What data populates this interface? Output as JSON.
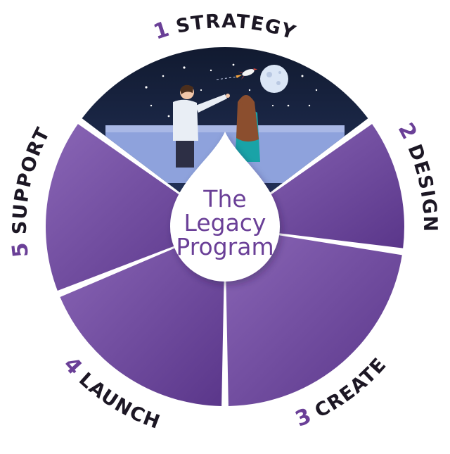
{
  "center": {
    "lines": [
      "The",
      "Legacy",
      "Program"
    ]
  },
  "steps": [
    {
      "number": "1",
      "label": "STRATEGY"
    },
    {
      "number": "2",
      "label": "DESIGN"
    },
    {
      "number": "3",
      "label": "CREATE"
    },
    {
      "number": "4",
      "label": "LAUNCH"
    },
    {
      "number": "5",
      "label": "SUPPORT"
    }
  ],
  "colors": {
    "segment_light": "#7e58ab",
    "segment_dark": "#5f3b8e",
    "accent": "#6a3f97",
    "label_text": "#1c1724",
    "night_sky": "#1a2540",
    "ground": "#8ea2dc"
  },
  "illustration": {
    "icons": [
      "rocket-icon",
      "moon-icon",
      "stars-icon"
    ],
    "figures": [
      "man-figure",
      "woman-figure"
    ]
  }
}
